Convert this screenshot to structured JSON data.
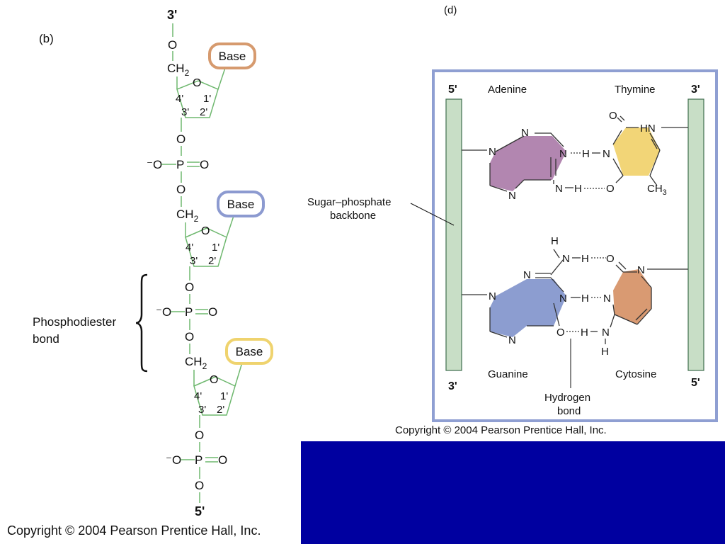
{
  "left": {
    "panel_label": "(b)",
    "end_top": "3'",
    "end_bottom": "5'",
    "atom_O": "O",
    "atom_P": "P",
    "atom_neg_O": "⁻O",
    "ch2": "CH",
    "ch2_sub": "2",
    "carbons": {
      "c4": "4'",
      "c1": "1'",
      "c3": "3'",
      "c2": "2'"
    },
    "bases": [
      {
        "label": "Base",
        "color": "#d69a6e"
      },
      {
        "label": "Base",
        "color": "#8c9ad0"
      },
      {
        "label": "Base",
        "color": "#efd36e"
      }
    ],
    "bond_label_line1": "Phosphodiester",
    "bond_label_line2": "bond",
    "copyright": "Copyright © 2004 Pearson Prentice Hall, Inc."
  },
  "right": {
    "panel_label": "(d)",
    "left_strand_top": "5'",
    "left_strand_bottom": "3'",
    "right_strand_top": "3'",
    "right_strand_bottom": "5'",
    "adenine": "Adenine",
    "thymine": "Thymine",
    "guanine": "Guanine",
    "cytosine": "Cytosine",
    "backbone_line1": "Sugar–phosphate",
    "backbone_line2": "backbone",
    "hbond_line1": "Hydrogen",
    "hbond_line2": "bond",
    "atom_N": "N",
    "atom_H": "H",
    "atom_O": "O",
    "atom_HN": "HN",
    "ch3": "CH",
    "ch3_sub": "3",
    "copyright": "Copyright © 2004 Pearson Prentice Hall, Inc.",
    "colors": {
      "adenine": "#b286b0",
      "thymine": "#f2d577",
      "guanine": "#8c9dd0",
      "cytosine": "#d99a72",
      "backbone": "#c8dec6",
      "frame": "#8f9fd2"
    }
  },
  "background_color": "#0000a0"
}
